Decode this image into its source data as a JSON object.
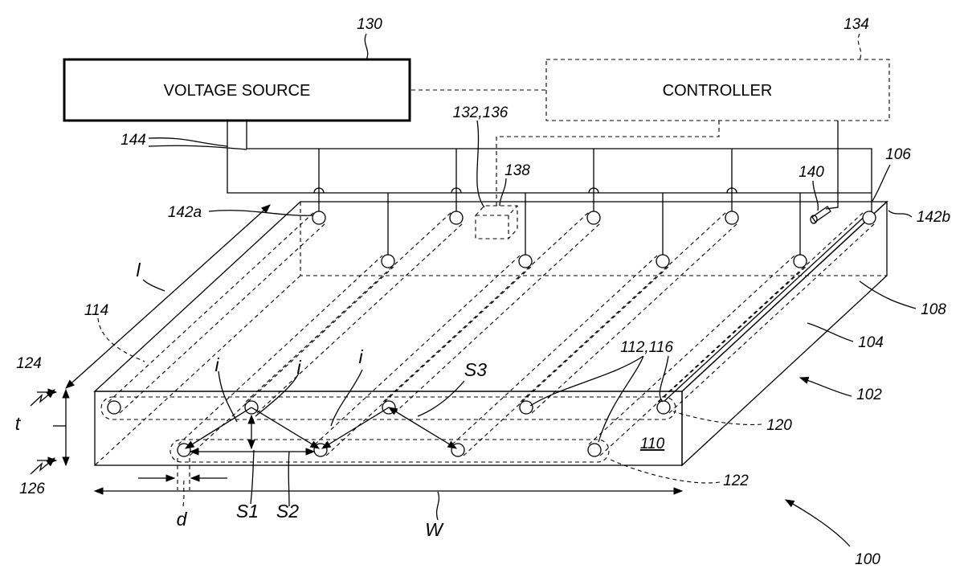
{
  "boxes": {
    "voltage_source": "VOLTAGE SOURCE",
    "controller": "CONTROLLER"
  },
  "refs": {
    "r130": "130",
    "r134": "134",
    "r132_136": "132,136",
    "r138": "138",
    "r144": "144",
    "r140": "140",
    "r106": "106",
    "r142a": "142a",
    "r142b": "142b",
    "r108": "108",
    "r104": "104",
    "r114": "114",
    "r112_116": "112,116",
    "r102": "102",
    "r120": "120",
    "r122": "122",
    "r124": "124",
    "r126": "126",
    "r110": "110",
    "r100": "100"
  },
  "symbols": {
    "l": "l",
    "t": "t",
    "i1": "i",
    "i2": "i",
    "i3": "i",
    "s1": "S1",
    "s2": "S2",
    "s3": "S3",
    "d": "d",
    "w": "W"
  }
}
